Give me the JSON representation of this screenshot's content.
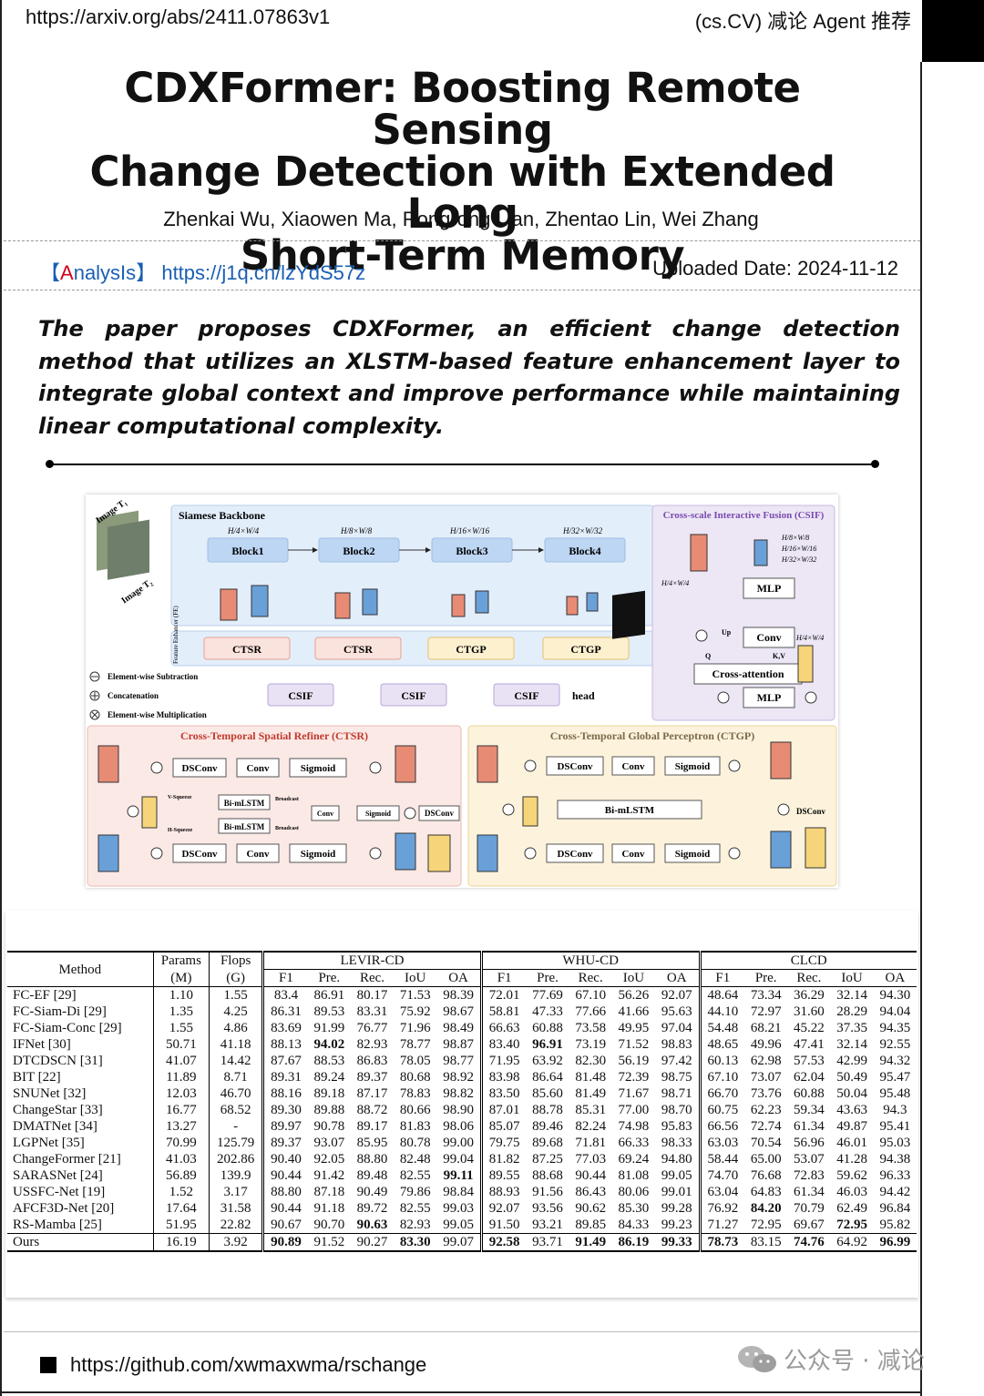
{
  "header": {
    "url": "https://arxiv.org/abs/2411.07863v1",
    "category": "(cs.CV) 减论 Agent 推荐"
  },
  "paper": {
    "title_lines": [
      "CDXFormer: Boosting Remote Sensing",
      "Change Detection with Extended Long",
      "Short-Term Memory"
    ],
    "authors": "Zhenkai Wu, Xiaowen Ma, Rongrong Lian, Zhentao Lin, Wei Zhang",
    "analysis_prefix_open": "【",
    "analysis_prefix_red": "A",
    "analysis_prefix_rest": "nalysIs",
    "analysis_prefix_close": "】",
    "analysis_link": "https://j1q.cn/lzYdS57z",
    "uploaded": "Uploaded Date: 2024-11-12",
    "abstract": "The paper proposes CDXFormer, an efficient change detection method that utilizes an XLSTM-based feature enhancement layer to integrate global context and improve performance while maintaining linear computational complexity."
  },
  "figure": {
    "backbone_title": "Siamese Backbone",
    "image_t1": "Image T₁",
    "image_t2": "Image T₂",
    "scales": [
      "H/4×W/4",
      "H/8×W/8",
      "H/16×W/16",
      "H/32×W/32"
    ],
    "blocks": [
      "Block1",
      "Block2",
      "Block3",
      "Block4"
    ],
    "fe_label": "Feature Enhancer (FE)",
    "enhancers": [
      "CTSR",
      "CTSR",
      "CTGP",
      "CTGP"
    ],
    "csif": [
      "CSIF",
      "CSIF",
      "CSIF"
    ],
    "head": "head",
    "legend": [
      "Element-wise Subtraction",
      "Concatenation",
      "Element-wise Multiplication"
    ],
    "csif_title": "Cross-scale Interactive Fusion (CSIF)",
    "csif_scales_left": "H/4×W/4",
    "csif_scales_right": [
      "H/8×W/8",
      "H/16×W/16",
      "H/32×W/32"
    ],
    "csif_right_bottom": "H/4×W/4",
    "csif_blocks": [
      "MLP",
      "Conv",
      "Cross-attention",
      "MLP"
    ],
    "csif_labels": [
      "Up",
      "Q",
      "K,V"
    ],
    "ctsr_title": "Cross-Temporal Spatial Refiner (CTSR)",
    "ctsr_ops": [
      "DSConv",
      "Conv",
      "Sigmoid",
      "Bi-mLSTM",
      "Bi-mLSTM",
      "Conv",
      "Sigmoid",
      "DSConv",
      "DSConv",
      "Conv",
      "Sigmoid"
    ],
    "ctsr_small": [
      "V-Squeeze",
      "H-Squeeze",
      "Broadcast",
      "Broadcast"
    ],
    "ctgp_title": "Cross-Temporal Global Perceptron (CTGP)",
    "ctgp_ops": [
      "DSConv",
      "Conv",
      "Sigmoid",
      "Bi-mLSTM",
      "DSConv",
      "DSConv",
      "Conv",
      "Sigmoid"
    ]
  },
  "table": {
    "col_method": "Method",
    "col_params": [
      "Params",
      "(M)"
    ],
    "col_flops": [
      "Flops",
      "(G)"
    ],
    "datasets": [
      "LEVIR-CD",
      "WHU-CD",
      "CLCD"
    ],
    "metrics": [
      "F1",
      "Pre.",
      "Rec.",
      "IoU",
      "OA"
    ],
    "rows": [
      {
        "m": "FC-EF [29]",
        "p": "1.10",
        "f": "1.55",
        "v": [
          "83.4",
          "86.91",
          "80.17",
          "71.53",
          "98.39",
          "72.01",
          "77.69",
          "67.10",
          "56.26",
          "92.07",
          "48.64",
          "73.34",
          "36.29",
          "32.14",
          "94.30"
        ],
        "b": []
      },
      {
        "m": "FC-Siam-Di [29]",
        "p": "1.35",
        "f": "4.25",
        "v": [
          "86.31",
          "89.53",
          "83.31",
          "75.92",
          "98.67",
          "58.81",
          "47.33",
          "77.66",
          "41.66",
          "95.63",
          "44.10",
          "72.97",
          "31.60",
          "28.29",
          "94.04"
        ],
        "b": []
      },
      {
        "m": "FC-Siam-Conc [29]",
        "p": "1.55",
        "f": "4.86",
        "v": [
          "83.69",
          "91.99",
          "76.77",
          "71.96",
          "98.49",
          "66.63",
          "60.88",
          "73.58",
          "49.95",
          "97.04",
          "54.48",
          "68.21",
          "45.22",
          "37.35",
          "94.35"
        ],
        "b": []
      },
      {
        "m": "IFNet [30]",
        "p": "50.71",
        "f": "41.18",
        "v": [
          "88.13",
          "94.02",
          "82.93",
          "78.77",
          "98.87",
          "83.40",
          "96.91",
          "73.19",
          "71.52",
          "98.83",
          "48.65",
          "49.96",
          "47.41",
          "32.14",
          "92.55"
        ],
        "b": [
          1,
          6
        ]
      },
      {
        "m": "DTCDSCN [31]",
        "p": "41.07",
        "f": "14.42",
        "v": [
          "87.67",
          "88.53",
          "86.83",
          "78.05",
          "98.77",
          "71.95",
          "63.92",
          "82.30",
          "56.19",
          "97.42",
          "60.13",
          "62.98",
          "57.53",
          "42.99",
          "94.32"
        ],
        "b": []
      },
      {
        "m": "BIT [22]",
        "p": "11.89",
        "f": "8.71",
        "v": [
          "89.31",
          "89.24",
          "89.37",
          "80.68",
          "98.92",
          "83.98",
          "86.64",
          "81.48",
          "72.39",
          "98.75",
          "67.10",
          "73.07",
          "62.04",
          "50.49",
          "95.47"
        ],
        "b": []
      },
      {
        "m": "SNUNet [32]",
        "p": "12.03",
        "f": "46.70",
        "v": [
          "88.16",
          "89.18",
          "87.17",
          "78.83",
          "98.82",
          "83.50",
          "85.60",
          "81.49",
          "71.67",
          "98.71",
          "66.70",
          "73.76",
          "60.88",
          "50.04",
          "95.48"
        ],
        "b": []
      },
      {
        "m": "ChangeStar [33]",
        "p": "16.77",
        "f": "68.52",
        "v": [
          "89.30",
          "89.88",
          "88.72",
          "80.66",
          "98.90",
          "87.01",
          "88.78",
          "85.31",
          "77.00",
          "98.70",
          "60.75",
          "62.23",
          "59.34",
          "43.63",
          "94.3"
        ],
        "b": []
      },
      {
        "m": "DMATNet [34]",
        "p": "13.27",
        "f": "-",
        "v": [
          "89.97",
          "90.78",
          "89.17",
          "81.83",
          "98.06",
          "85.07",
          "89.46",
          "82.24",
          "74.98",
          "95.83",
          "66.56",
          "72.74",
          "61.34",
          "49.87",
          "95.41"
        ],
        "b": []
      },
      {
        "m": "LGPNet [35]",
        "p": "70.99",
        "f": "125.79",
        "v": [
          "89.37",
          "93.07",
          "85.95",
          "80.78",
          "99.00",
          "79.75",
          "89.68",
          "71.81",
          "66.33",
          "98.33",
          "63.03",
          "70.54",
          "56.96",
          "46.01",
          "95.03"
        ],
        "b": []
      },
      {
        "m": "ChangeFormer [21]",
        "p": "41.03",
        "f": "202.86",
        "v": [
          "90.40",
          "92.05",
          "88.80",
          "82.48",
          "99.04",
          "81.82",
          "87.25",
          "77.03",
          "69.24",
          "94.80",
          "58.44",
          "65.00",
          "53.07",
          "41.28",
          "94.38"
        ],
        "b": []
      },
      {
        "m": "SARASNet [24]",
        "p": "56.89",
        "f": "139.9",
        "v": [
          "90.44",
          "91.42",
          "89.48",
          "82.55",
          "99.11",
          "89.55",
          "88.68",
          "90.44",
          "81.08",
          "99.05",
          "74.70",
          "76.68",
          "72.83",
          "59.62",
          "96.33"
        ],
        "b": [
          4
        ]
      },
      {
        "m": "USSFC-Net [19]",
        "p": "1.52",
        "f": "3.17",
        "v": [
          "88.80",
          "87.18",
          "90.49",
          "79.86",
          "98.84",
          "88.93",
          "91.56",
          "86.43",
          "80.06",
          "99.01",
          "63.04",
          "64.83",
          "61.34",
          "46.03",
          "94.42"
        ],
        "b": []
      },
      {
        "m": "AFCF3D-Net [20]",
        "p": "17.64",
        "f": "31.58",
        "v": [
          "90.44",
          "91.18",
          "89.72",
          "82.55",
          "99.03",
          "92.07",
          "93.56",
          "90.62",
          "85.30",
          "99.28",
          "76.92",
          "84.20",
          "70.79",
          "62.49",
          "96.84"
        ],
        "b": [
          11
        ]
      },
      {
        "m": "RS-Mamba [25]",
        "p": "51.95",
        "f": "22.82",
        "v": [
          "90.67",
          "90.70",
          "90.63",
          "82.93",
          "99.05",
          "91.50",
          "93.21",
          "89.85",
          "84.33",
          "99.23",
          "71.27",
          "72.95",
          "69.67",
          "72.95",
          "95.82"
        ],
        "b": [
          2,
          13
        ]
      },
      {
        "m": "Ours",
        "p": "16.19",
        "f": "3.92",
        "v": [
          "90.89",
          "91.52",
          "90.27",
          "83.30",
          "99.07",
          "92.58",
          "93.71",
          "91.49",
          "86.19",
          "99.33",
          "78.73",
          "83.15",
          "74.76",
          "64.92",
          "96.99"
        ],
        "b": [
          0,
          3,
          5,
          7,
          8,
          9,
          10,
          12,
          14
        ]
      }
    ]
  },
  "footer": {
    "link": "https://github.com/xwmaxwma/rschange",
    "watermark": "公众号 · 减论"
  },
  "colors": {
    "link_blue": "#1a5fb4",
    "accent_red": "#d0021b",
    "backbone_bg": "#e3eefb",
    "csif_bg": "#ece6f5",
    "ctsr_bg": "#fbe9e6",
    "ctgp_bg": "#fdf3dc"
  }
}
